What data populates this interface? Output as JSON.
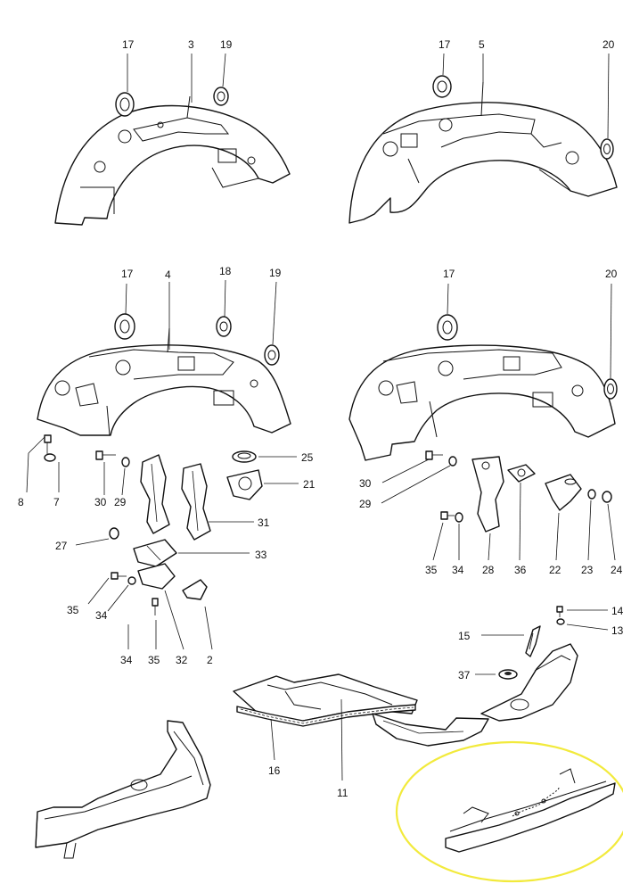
{
  "diagram": {
    "labels": {
      "p3_17": "17",
      "p3_3": "3",
      "p3_19": "19",
      "p5_17": "17",
      "p5_5": "5",
      "p5_20": "20",
      "p4_17": "17",
      "p4_4": "4",
      "p4_18": "18",
      "p4_19": "19",
      "p6_17": "17",
      "p6_20": "20",
      "l8": "8",
      "l7": "7",
      "l30a": "30",
      "l29a": "29",
      "l25": "25",
      "l21": "21",
      "l31": "31",
      "l27": "27",
      "l33": "33",
      "l35a": "35",
      "l34a": "34",
      "l34b": "34",
      "l35b": "35",
      "l32": "32",
      "l2": "2",
      "l30b": "30",
      "l29b": "29",
      "l35c": "35",
      "l34c": "34",
      "l28": "28",
      "l36": "36",
      "l22": "22",
      "l23": "23",
      "l24": "24",
      "l14": "14",
      "l13": "13",
      "l15": "15",
      "l37": "37",
      "l16": "16",
      "l11": "11"
    },
    "highlight_color": "#f2ea3c"
  }
}
